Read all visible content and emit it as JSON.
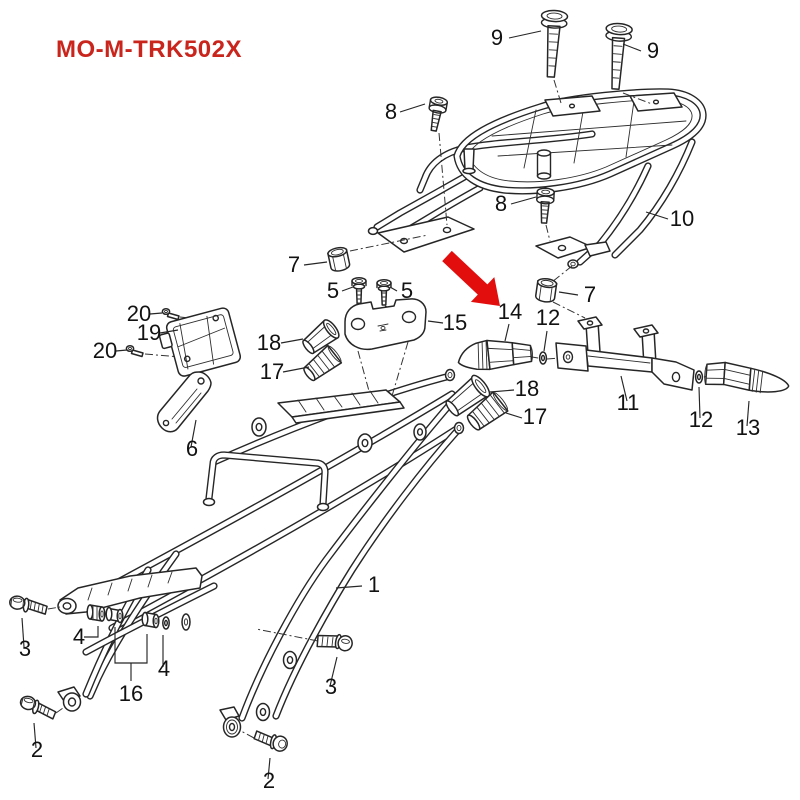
{
  "title": "MO-M-TRK502X",
  "colors": {
    "title_red": "#c9251d",
    "arrow_red": "#e20d0d",
    "line": "#262626",
    "background": "#ffffff"
  },
  "diagram": {
    "kind": "exploded parts diagram",
    "arrow_points_to_part": "14"
  },
  "callouts": {
    "c9a": {
      "label": "9"
    },
    "c9b": {
      "label": "9"
    },
    "c8a": {
      "label": "8"
    },
    "c8b": {
      "label": "8"
    },
    "c10": {
      "label": "10"
    },
    "c7a": {
      "label": "7"
    },
    "c7b": {
      "label": "7"
    },
    "c5a": {
      "label": "5"
    },
    "c5b": {
      "label": "5"
    },
    "c15": {
      "label": "15"
    },
    "c14": {
      "label": "14"
    },
    "c12a": {
      "label": "12"
    },
    "c11": {
      "label": "11"
    },
    "c12b": {
      "label": "12"
    },
    "c13": {
      "label": "13"
    },
    "c18a": {
      "label": "18"
    },
    "c17a": {
      "label": "17"
    },
    "c18b": {
      "label": "18"
    },
    "c17b": {
      "label": "17"
    },
    "c19": {
      "label": "19"
    },
    "c20a": {
      "label": "20"
    },
    "c20b": {
      "label": "20"
    },
    "c6": {
      "label": "6"
    },
    "c1": {
      "label": "1"
    },
    "c3a": {
      "label": "3"
    },
    "c4a": {
      "label": "4"
    },
    "c4b": {
      "label": "4"
    },
    "c16": {
      "label": "16"
    },
    "c3b": {
      "label": "3"
    },
    "c2a": {
      "label": "2"
    },
    "c2b": {
      "label": "2"
    }
  }
}
